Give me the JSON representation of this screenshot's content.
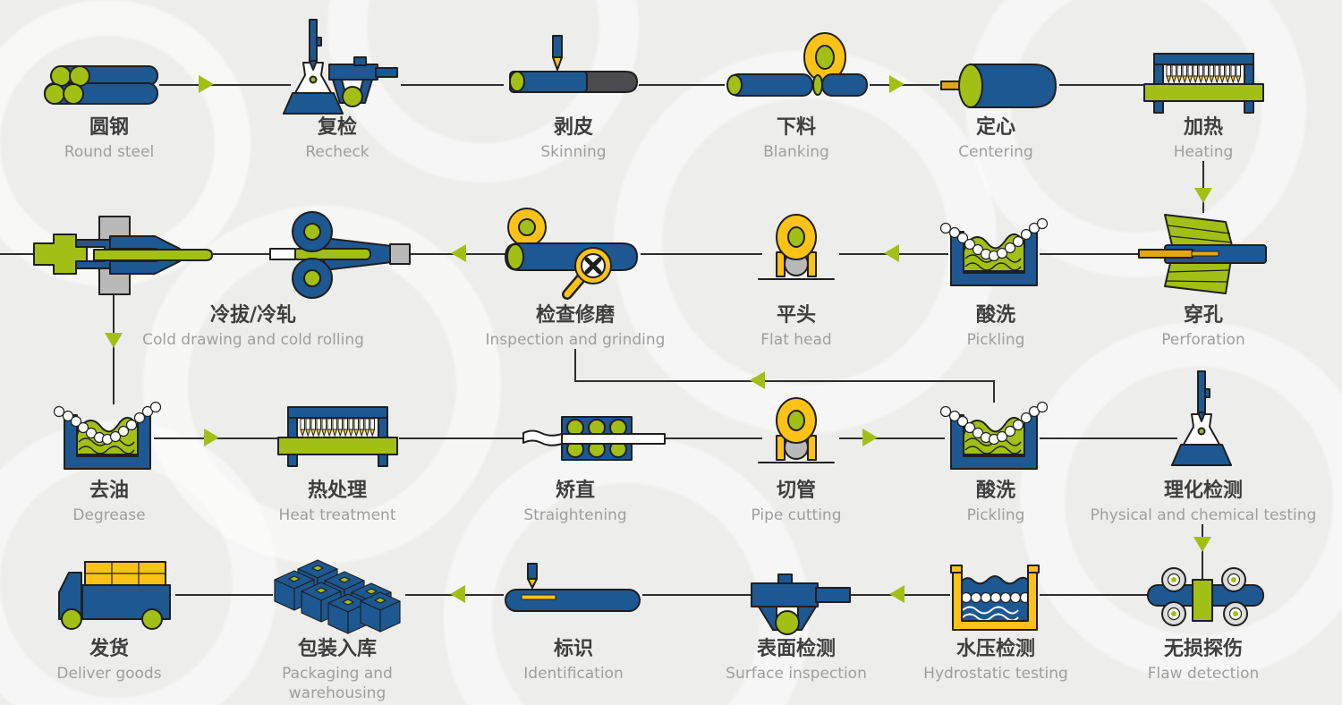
{
  "process": {
    "colors": {
      "blue": "#1d5892",
      "green": "#a2bf16",
      "yellow": "#fdc216",
      "amber": "#e2a713",
      "gray_dark": "#4b4b4d",
      "gray_light": "#b9b9ba",
      "gray_roller": "#dddddd",
      "line": "#2e2e2e",
      "text_zh": "#3e3e3e",
      "text_en": "#9e9e9e",
      "bg": "#edeeec"
    },
    "rows": [
      {
        "direction": "left-to-right",
        "steps": [
          {
            "zh": "圆钢",
            "en": "Round steel"
          },
          {
            "zh": "复检",
            "en": "Recheck"
          },
          {
            "zh": "剥皮",
            "en": "Skinning"
          },
          {
            "zh": "下料",
            "en": "Blanking"
          },
          {
            "zh": "定心",
            "en": "Centering"
          },
          {
            "zh": "加热",
            "en": "Heating"
          }
        ]
      },
      {
        "direction": "right-to-left",
        "steps": [
          {
            "zh": "穿孔",
            "en": "Perforation"
          },
          {
            "zh": "酸洗",
            "en": "Pickling"
          },
          {
            "zh": "平头",
            "en": "Flat head"
          },
          {
            "zh": "检查修磨",
            "en": "Inspection and grinding"
          },
          {
            "zh": "冷拔/冷轧",
            "en": "Cold drawing and cold rolling"
          }
        ]
      },
      {
        "direction": "left-to-right",
        "steps": [
          {
            "zh": "去油",
            "en": "Degrease"
          },
          {
            "zh": "热处理",
            "en": "Heat treatment"
          },
          {
            "zh": "矫直",
            "en": "Straightening"
          },
          {
            "zh": "切管",
            "en": "Pipe cutting"
          },
          {
            "zh": "酸洗",
            "en": "Pickling"
          },
          {
            "zh": "理化检测",
            "en": "Physical and chemical testing"
          }
        ]
      },
      {
        "direction": "right-to-left",
        "steps": [
          {
            "zh": "无损探伤",
            "en": "Flaw detection"
          },
          {
            "zh": "水压检测",
            "en": "Hydrostatic testing"
          },
          {
            "zh": "表面检测",
            "en": "Surface inspection"
          },
          {
            "zh": "标识",
            "en": "Identification"
          },
          {
            "zh": "包装入库",
            "en": "Packaging and warehousing"
          },
          {
            "zh": "发货",
            "en": "Deliver goods"
          }
        ]
      }
    ],
    "feedback_loop": {
      "from_zh": "酸洗",
      "from_en": "Pickling",
      "to_zh": "检查修磨",
      "to_en": "Inspection and grinding"
    }
  }
}
